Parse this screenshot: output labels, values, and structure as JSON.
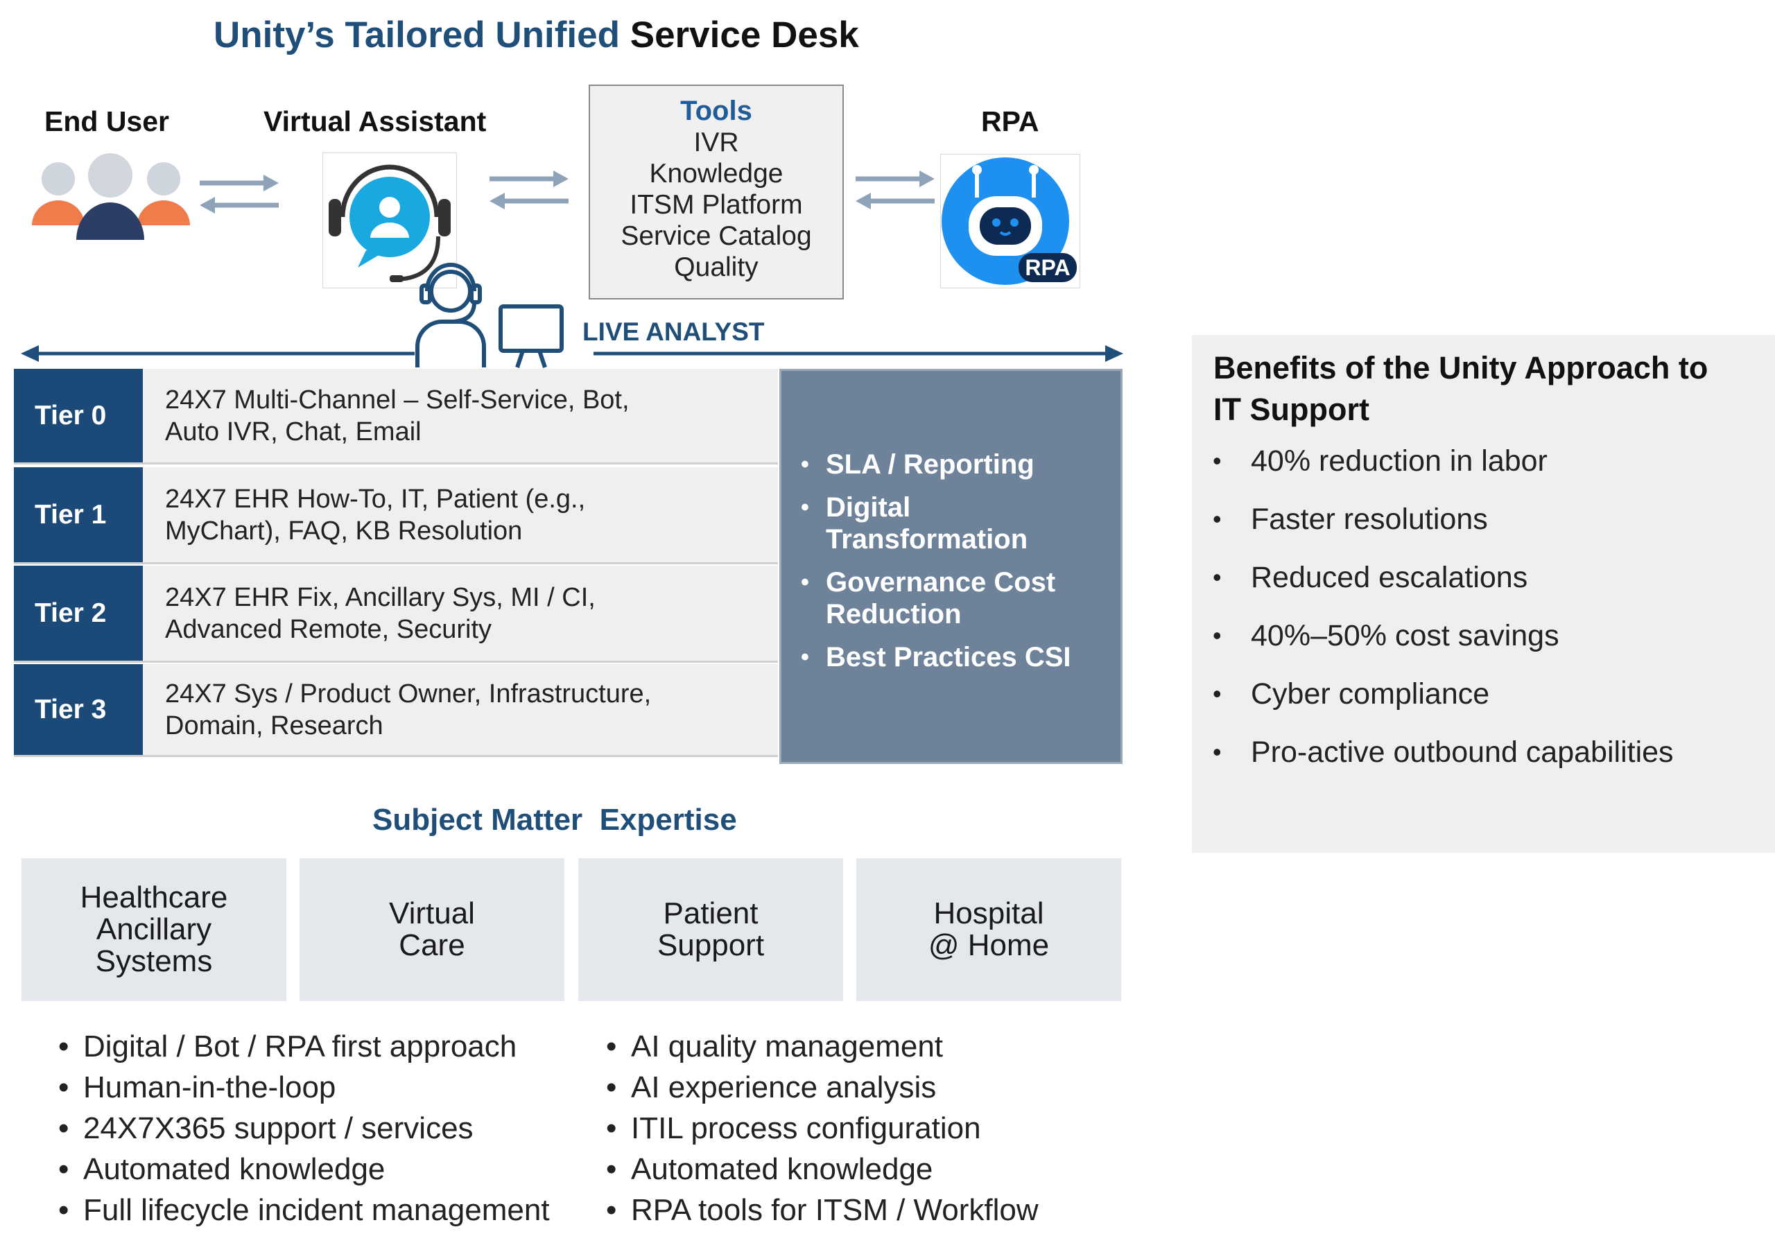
{
  "title": {
    "part1": "Unity’s Tailored Unified ",
    "part2": "Service Desk"
  },
  "flow": {
    "end_user": "End User",
    "virtual_assistant": "Virtual Assistant",
    "rpa": "RPA",
    "rpa_badge": "RPA",
    "tools": {
      "title": "Tools",
      "items": [
        "IVR",
        "Knowledge",
        "ITSM Platform",
        "Service Catalog",
        "Quality"
      ]
    },
    "live_analyst": "LIVE ANALYST"
  },
  "tiers": [
    {
      "label": "Tier 0",
      "text_line1": "24X7 Multi-Channel – Self-Service, Bot,",
      "text_line2": "Auto IVR, Chat, Email"
    },
    {
      "label": "Tier 1",
      "text_line1": "24X7 EHR How-To, IT, Patient (e.g.,",
      "text_line2": "MyChart), FAQ, KB Resolution"
    },
    {
      "label": "Tier 2",
      "text_line1": "24X7 EHR Fix, Ancillary Sys, MI / CI,",
      "text_line2": "Advanced Remote, Security"
    },
    {
      "label": "Tier 3",
      "text_line1": "24X7 Sys / Product Owner, Infrastructure,",
      "text_line2": "Domain, Research"
    }
  ],
  "sla_items": [
    {
      "line1": "SLA / Reporting",
      "line2": ""
    },
    {
      "line1": "Digital",
      "line2": "Transformation"
    },
    {
      "line1": "Governance Cost",
      "line2": "Reduction"
    },
    {
      "line1": "Best Practices CSI",
      "line2": ""
    }
  ],
  "sme": {
    "title": "Subject Matter  Expertise",
    "cards": [
      {
        "l1": "Healthcare",
        "l2": "Ancillary",
        "l3": "Systems"
      },
      {
        "l1": "Virtual",
        "l2": "Care",
        "l3": ""
      },
      {
        "l1": "Patient",
        "l2": "Support",
        "l3": ""
      },
      {
        "l1": "Hospital",
        "l2": "@ Home",
        "l3": ""
      }
    ],
    "bullets_left": [
      "Digital / Bot / RPA first approach",
      "Human-in-the-loop",
      "24X7X365 support / services",
      "Automated knowledge",
      "Full lifecycle incident management"
    ],
    "bullets_right": [
      "AI quality management",
      "AI experience analysis",
      "ITIL process configuration",
      "Automated knowledge",
      "RPA tools for ITSM / Workflow"
    ]
  },
  "benefits": {
    "title_line1": "Benefits of the Unity Approach to",
    "title_line2": "IT Support",
    "items": [
      "40% reduction in labor",
      "Faster resolutions",
      "Reduced escalations",
      "40%–50% cost savings",
      "Cyber compliance",
      "Pro-active outbound capabilities"
    ]
  },
  "colors": {
    "title_blue": "#1f4e79",
    "tier_navy": "#1b4a78",
    "sla_slate": "#6e8399",
    "arrow_gray": "#8fa3b8",
    "timeline_navy": "#1f4e79",
    "people_orange": "#f07c4c",
    "people_navy": "#2c3e66",
    "assistant_cyan": "#19a9e0",
    "rpa_blue": "#1e90ef"
  }
}
